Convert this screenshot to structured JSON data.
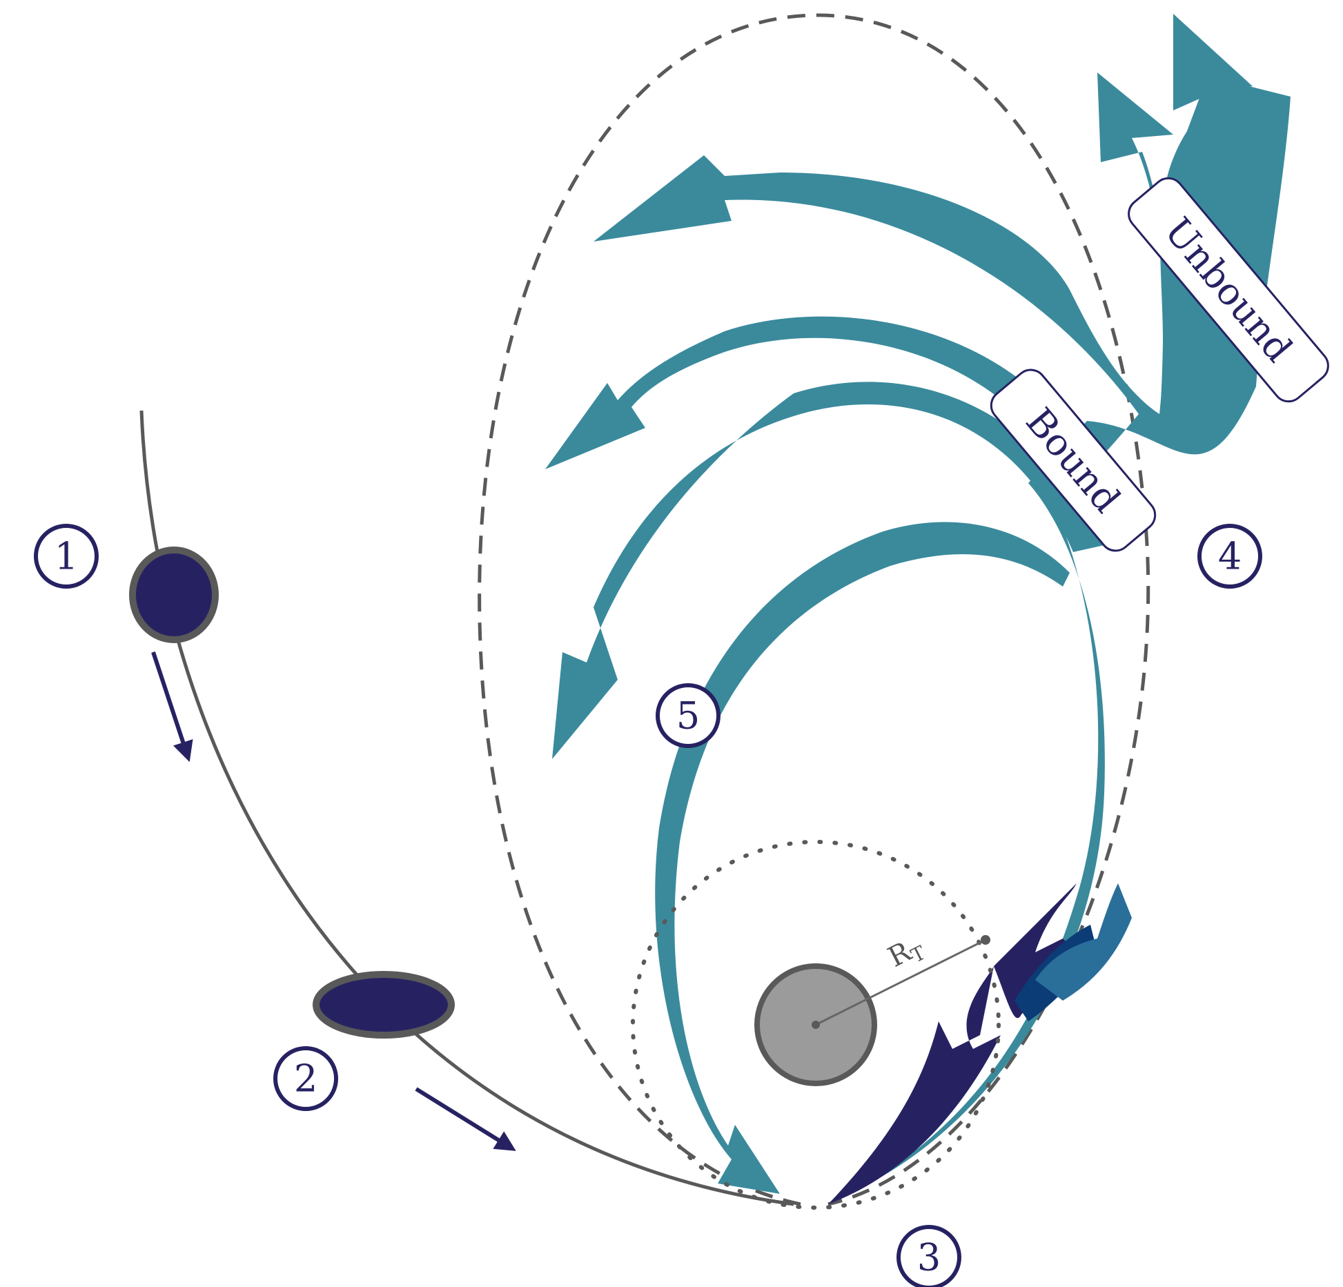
{
  "labels": {
    "bound": "Bound",
    "unbound": "Unbound",
    "tidal_radius": "R",
    "tidal_radius_sub": "T"
  },
  "stages": [
    {
      "id": "stage-1",
      "text": "1"
    },
    {
      "id": "stage-2",
      "text": "2"
    },
    {
      "id": "stage-3",
      "text": "3"
    },
    {
      "id": "stage-4",
      "text": "4"
    },
    {
      "id": "stage-5",
      "text": "5"
    }
  ],
  "colors": {
    "stream": "#3a8a9c",
    "star": "#262262",
    "outline": "#595959",
    "black_hole": "#9b9b9b",
    "debris_dark": "#262262",
    "debris_mid": "#0b3c75",
    "debris_light": "#2a6e9a"
  }
}
